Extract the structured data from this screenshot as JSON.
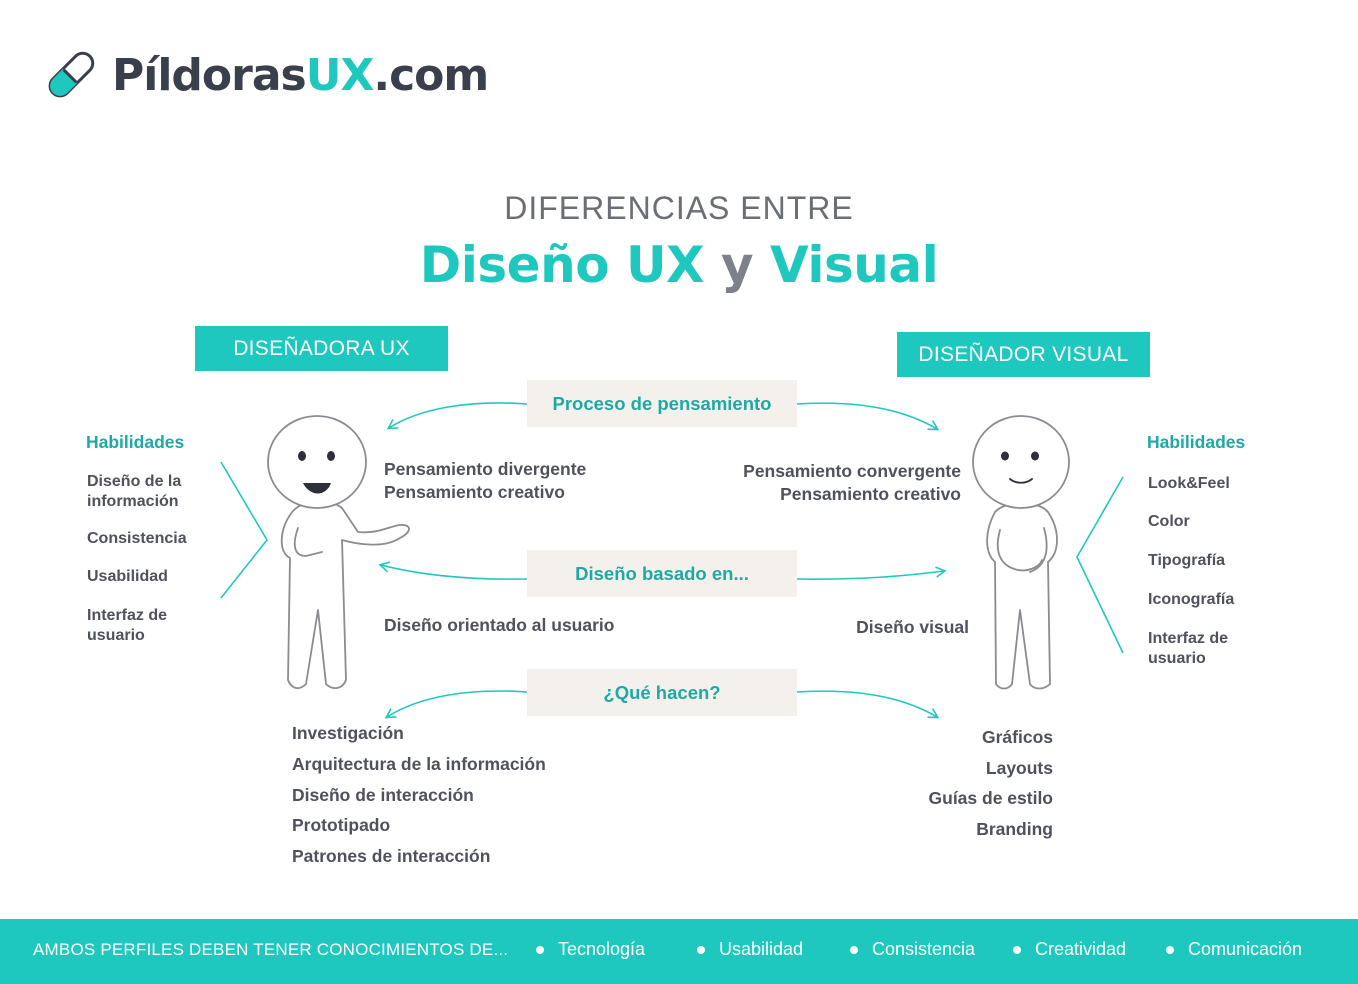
{
  "logo": {
    "name_part1": "Píldoras",
    "name_part2": "UX",
    "name_part3": ".com",
    "icon": "pill-icon"
  },
  "title": {
    "top": "DIFERENCIAS ENTRE",
    "main_part1": "Diseño UX ",
    "main_part2": "y",
    "main_part3": " Visual"
  },
  "roles": {
    "ux": "DISEÑADORA UX",
    "visual": "DISEÑADOR VISUAL"
  },
  "categories": [
    "Proceso de pensamiento",
    "Diseño basado en...",
    "¿Qué hacen?"
  ],
  "ux": {
    "skills_title": "Habilidades",
    "skills": [
      "Diseño de la información",
      "Consistencia",
      "Usabilidad",
      "Interfaz de usuario"
    ],
    "thinking": [
      "Pensamiento divergente",
      "Pensamiento creativo"
    ],
    "based_on": "Diseño orientado al usuario",
    "tasks": [
      "Investigación",
      "Arquitectura de la información",
      "Diseño de interacción",
      "Prototipado",
      "Patrones de interacción"
    ]
  },
  "visual": {
    "skills_title": "Habilidades",
    "skills": [
      "Look&Feel",
      "Color",
      "Tipografía",
      "Iconografía",
      "Interfaz de usuario"
    ],
    "thinking": [
      "Pensamiento convergente",
      "Pensamiento creativo"
    ],
    "based_on": "Diseño visual",
    "tasks": [
      "Gráficos",
      "Layouts",
      "Guías de estilo",
      "Branding"
    ]
  },
  "footer": {
    "lead": "AMBOS PERFILES DEBEN TENER CONOCIMIENTOS DE...",
    "items": [
      "Tecnología",
      "Usabilidad",
      "Consistencia",
      "Creatividad",
      "Comunicación"
    ]
  },
  "colors": {
    "accent": "#1fc8bf",
    "text": "#4f525a",
    "box": "#f4f1ed"
  }
}
